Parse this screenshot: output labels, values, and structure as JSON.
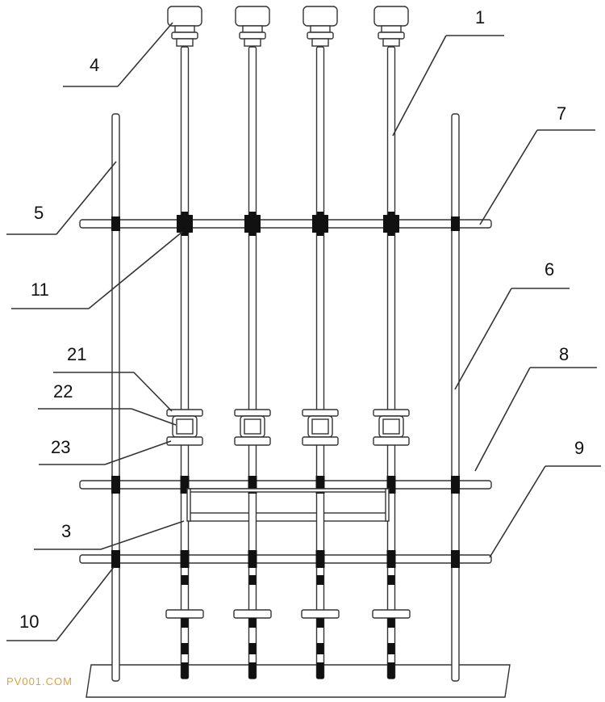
{
  "labels": {
    "l1": "1",
    "l3": "3",
    "l4": "4",
    "l5": "5",
    "l6": "6",
    "l7": "7",
    "l8": "8",
    "l9": "9",
    "l10": "10",
    "l11": "11",
    "l21": "21",
    "l22": "22",
    "l23": "23"
  },
  "watermark": "PV001.COM",
  "colors": {
    "line": "#333333",
    "black": "#111111",
    "watermark": "#e0a040"
  }
}
